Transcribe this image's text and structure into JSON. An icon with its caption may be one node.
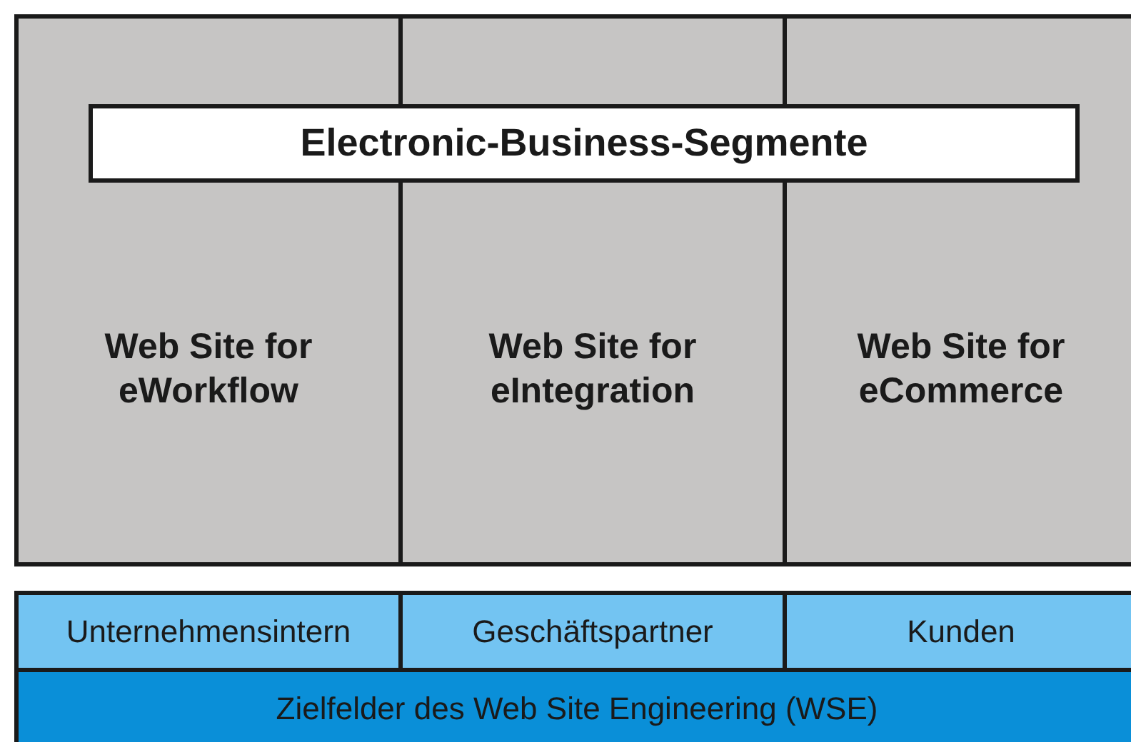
{
  "diagram": {
    "nodes": [
      {
        "text": [
          "Electronic-Business-Segmente"
        ]
      },
      {
        "text": [
          "Web Site for eWorkflow"
        ]
      },
      {
        "text": [
          "Web Site for eIntegration"
        ]
      },
      {
        "text": [
          "Web Site for eCommerce"
        ]
      },
      {
        "text": [
          "Unternehmensintern"
        ]
      },
      {
        "text": [
          "Geschäftspartner"
        ]
      },
      {
        "text": [
          "Kunden"
        ]
      },
      {
        "text": [
          "Zielfelder des Web Site Engineering (WSE)"
        ]
      }
    ],
    "edges": []
  }
}
